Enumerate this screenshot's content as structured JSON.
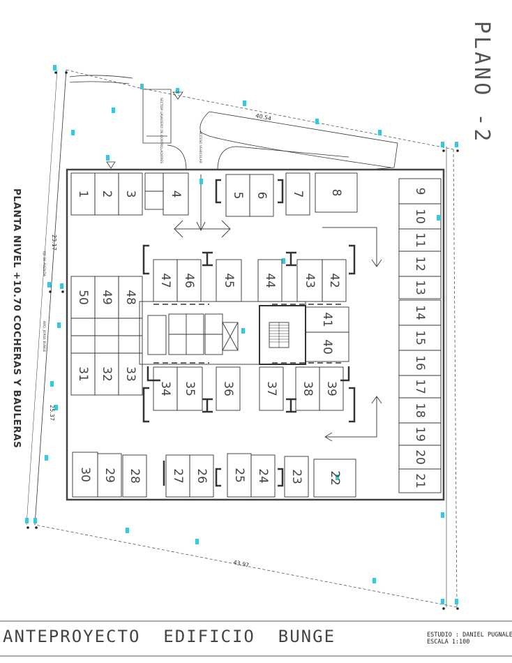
{
  "plano_label": "PLANO -2",
  "level_title": "PLANTA NIVEL +10.70 COCHERAS Y BAULERAS",
  "footer": {
    "project_title": "ANTEPROYECTO  EDIFICIO  BUNGE",
    "studio": "ESTUDIO : DANIEL PUGNALE",
    "scale": "ESCALA 1:100"
  },
  "dimensions": {
    "top": "40.54",
    "left_upper": "23.17",
    "left_lower": "25.37",
    "bottom": "43.97"
  },
  "notes": {
    "acceso": "ACCESO VEHICULAR",
    "sector": "SECTOR LAVADERO DE CONTROLADORES",
    "eje": "EJE DE AVENIDA",
    "linea": "ARQ. JORGE BUNGE"
  },
  "spots": [
    "1",
    "2",
    "3",
    "4",
    "5",
    "6",
    "7",
    "8",
    "9",
    "10",
    "11",
    "12",
    "13",
    "14",
    "15",
    "16",
    "17",
    "18",
    "19",
    "20",
    "21",
    "22",
    "23",
    "24",
    "25",
    "26",
    "27",
    "28",
    "29",
    "30",
    "31",
    "32",
    "33",
    "34",
    "35",
    "36",
    "37",
    "38",
    "39",
    "40",
    "41",
    "42",
    "43",
    "44",
    "45",
    "46",
    "47",
    "48",
    "49",
    "50"
  ],
  "colors": {
    "line": "#333333",
    "marker": "#40c4d8",
    "label": "#444444"
  }
}
